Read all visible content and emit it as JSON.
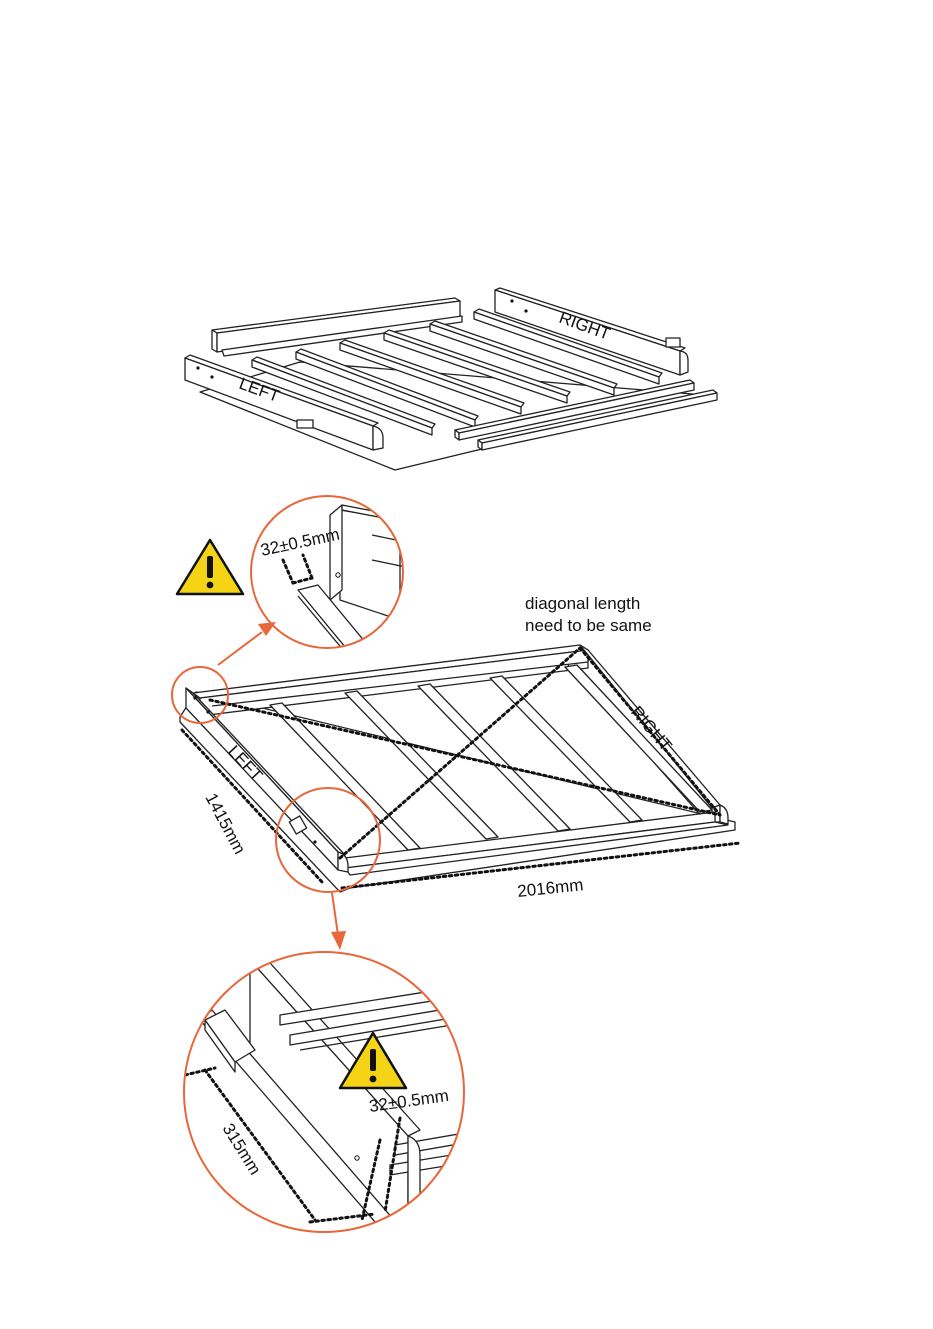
{
  "panels": {
    "exploded": {
      "labels": {
        "left": "LEFT",
        "right": "RIGHT"
      }
    },
    "assembled": {
      "labels": {
        "left": "LEFT",
        "right": "RIGHT"
      },
      "note": {
        "line1": "diagonal length",
        "line2": "need to be same"
      },
      "dimensions": {
        "width": "1415mm",
        "length": "2016mm"
      }
    },
    "detail_top": {
      "dimension": "32±0.5mm",
      "icon": "warning-triangle-icon"
    },
    "detail_bottom": {
      "dimension_gap": "32±0.5mm",
      "dimension_offset": "315mm",
      "icon": "warning-triangle-icon"
    }
  },
  "colors": {
    "callout": "#e8673a",
    "warning_fill": "#f5d416",
    "line": "#222222"
  }
}
